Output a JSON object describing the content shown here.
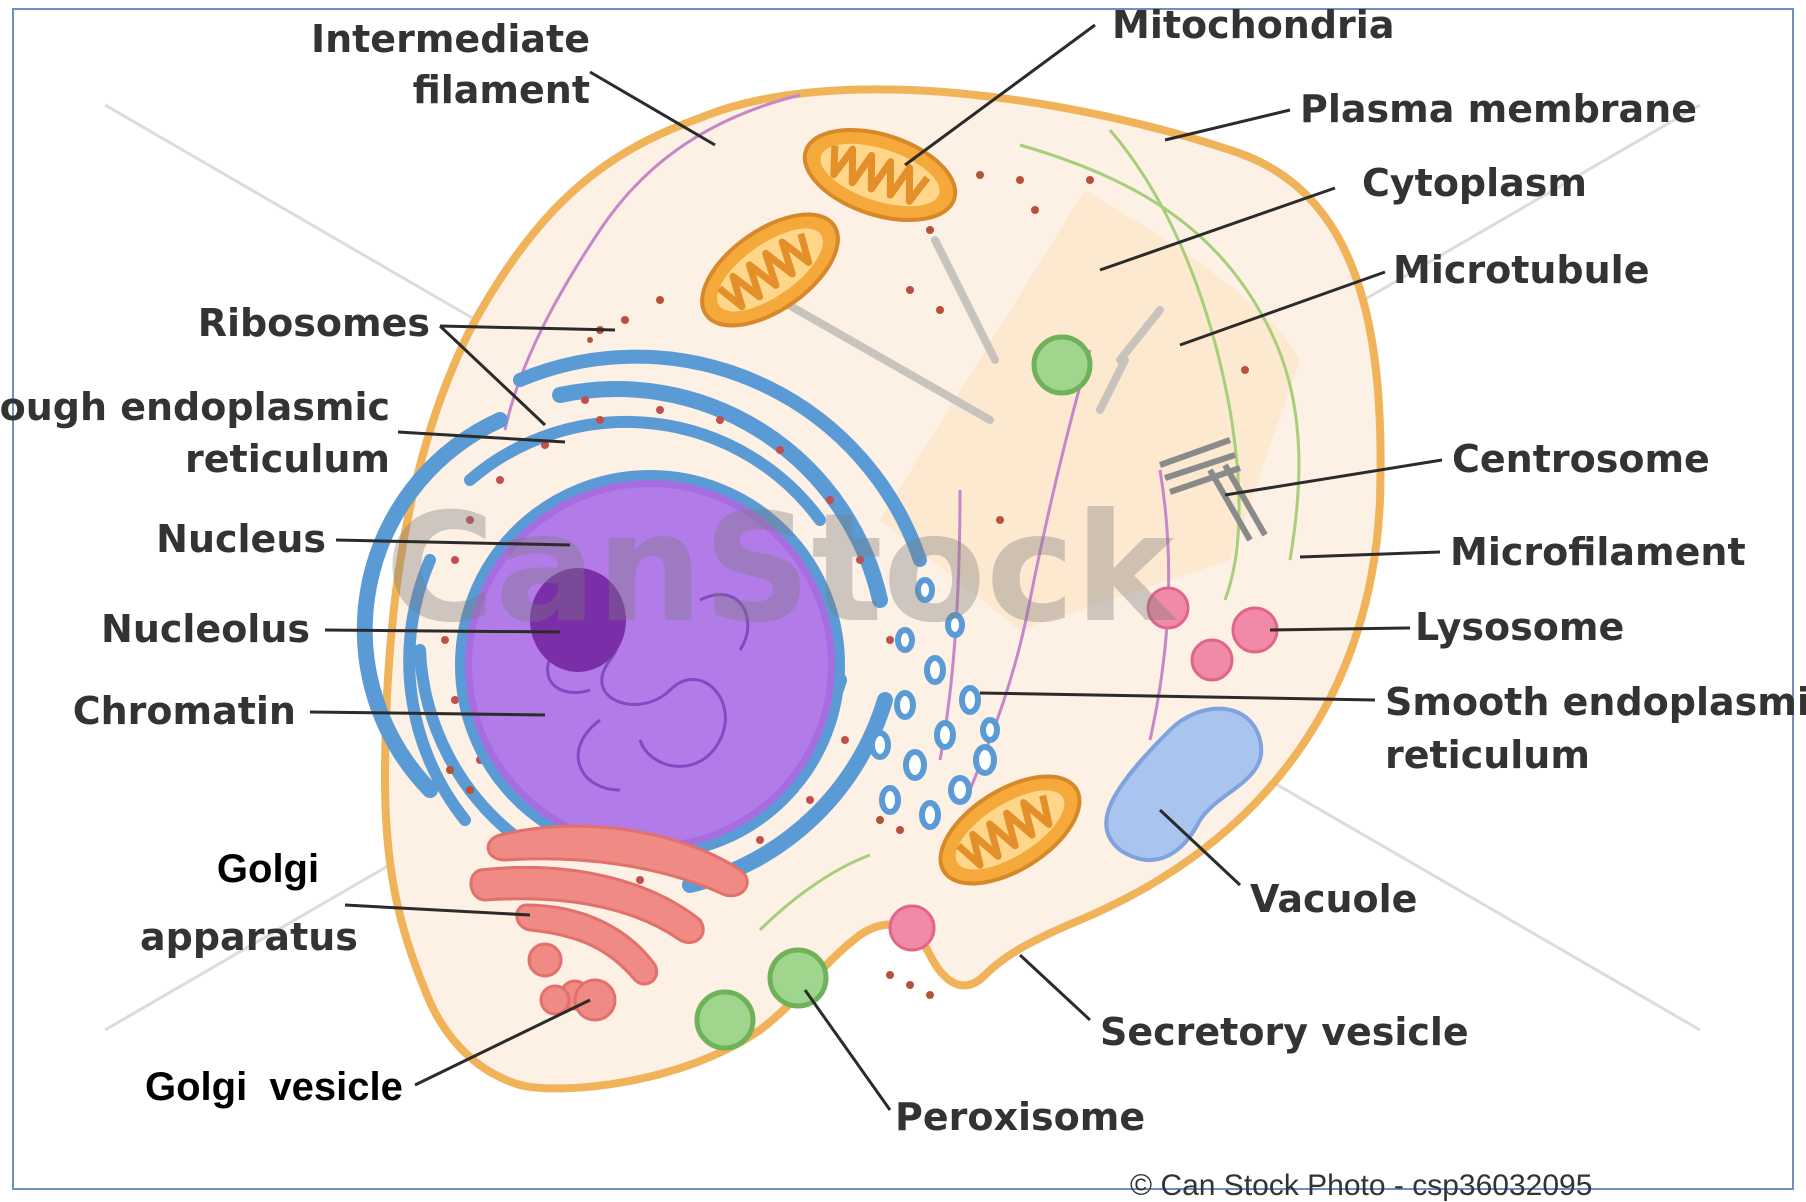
{
  "labels": {
    "intermediate_filament": [
      "Intermediate",
      "filament"
    ],
    "mitochondria": "Mitochondria",
    "plasma_membrane": "Plasma membrane",
    "cytoplasm": "Cytoplasm",
    "microtubule": "Microtubule",
    "ribosomes": "Ribosomes",
    "rough_er": [
      "Rough endoplasmic",
      "reticulum"
    ],
    "nucleus": "Nucleus",
    "nucleolus": "Nucleolus",
    "chromatin": "Chromatin",
    "centrosome": "Centrosome",
    "microfilament": "Microfilament",
    "lysosome": "Lysosome",
    "smooth_er": [
      "Smooth endoplasmic",
      "reticulum"
    ],
    "vacuole": "Vacuole",
    "golgi_apparatus": [
      "Golgi",
      "apparatus"
    ],
    "golgi_vesicle": "Golgi  vesicle",
    "secretory_vesicle": "Secretory vesicle",
    "peroxisome": "Peroxisome"
  },
  "watermark": "CanStock",
  "credit": "© Can Stock Photo - csp36032095",
  "colors": {
    "membrane": "#f0b35a",
    "cytoplasm": "#fdf0e4",
    "nucleus": "#a66de0",
    "nucleolus": "#7a2fa8",
    "rough_er": "#5b9bd5",
    "mitochondria": "#f6a93b",
    "green_organelle": "#9fd58c",
    "lysosome": "#f08aa6",
    "vacuole": "#a9c4ee",
    "golgi": "#f08a85",
    "frame": "#6f8fc4"
  }
}
